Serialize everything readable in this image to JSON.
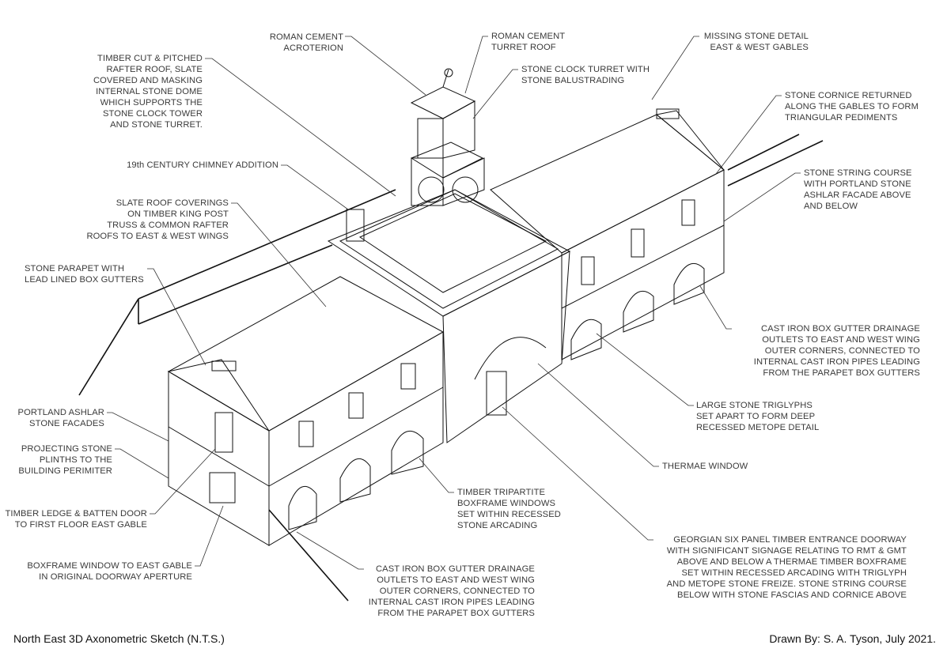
{
  "annotations": {
    "acroterion": [
      "ROMAN CEMENT",
      "ACROTERION"
    ],
    "timber_roof": [
      "TIMBER CUT & PITCHED",
      "RAFTER ROOF, SLATE",
      "COVERED AND MASKING",
      "INTERNAL STONE DOME",
      "WHICH SUPPORTS THE",
      "STONE CLOCK TOWER",
      "AND STONE TURRET."
    ],
    "chimney": [
      "19th CENTURY CHIMNEY ADDITION"
    ],
    "slate_roof": [
      "SLATE ROOF COVERINGS",
      "ON TIMBER KING POST",
      "TRUSS & COMMON RAFTER",
      "ROOFS TO EAST & WEST WINGS"
    ],
    "parapet": [
      "STONE PARAPET WITH",
      "LEAD LINED BOX GUTTERS"
    ],
    "turret_roof": [
      "ROMAN CEMENT",
      "TURRET ROOF"
    ],
    "clock_turret": [
      "STONE CLOCK TURRET WITH",
      "STONE BALUSTRADING"
    ],
    "missing_detail": [
      "MISSING STONE DETAIL",
      "EAST & WEST GABLES"
    ],
    "cornice": [
      "STONE CORNICE RETURNED",
      "ALONG THE GABLES TO FORM",
      "TRIANGULAR PEDIMENTS"
    ],
    "string_course": [
      "STONE STRING COURSE",
      "WITH PORTLAND STONE",
      "ASHLAR FACADE ABOVE",
      "AND BELOW"
    ],
    "gutter_right": [
      "CAST IRON BOX GUTTER DRAINAGE",
      "OUTLETS TO EAST AND WEST WING",
      "OUTER CORNERS, CONNECTED TO",
      "INTERNAL CAST IRON PIPES LEADING",
      "FROM THE PARAPET BOX GUTTERS"
    ],
    "triglyphs": [
      "LARGE STONE TRIGLYPHS",
      "SET APART TO FORM DEEP",
      "RECESSED METOPE DETAIL"
    ],
    "thermae": [
      "THERMAE WINDOW"
    ],
    "georgian": [
      "GEORGIAN SIX PANEL TIMBER ENTRANCE DOORWAY",
      "WITH SIGNIFICANT SIGNAGE RELATING TO RMT & GMT",
      "ABOVE AND BELOW A THERMAE TIMBER BOXFRAME",
      "SET WITHIN RECESSED ARCADING WITH TRIGLYPH",
      "AND METOPE STONE FREIZE. STONE STRING COURSE",
      "BELOW WITH STONE FASCIAS AND CORNICE ABOVE"
    ],
    "ashlar": [
      "PORTLAND ASHLAR",
      "STONE FACADES"
    ],
    "plinths": [
      "PROJECTING STONE",
      "PLINTHS TO THE",
      "BUILDING PERIMITER"
    ],
    "ledge_door": [
      "TIMBER LEDGE & BATTEN DOOR",
      "TO FIRST FLOOR EAST GABLE"
    ],
    "boxframe": [
      "BOXFRAME WINDOW TO EAST GABLE",
      "IN ORIGINAL DOORWAY APERTURE"
    ],
    "tripartite": [
      "TIMBER TRIPARTITE",
      "BOXFRAME WINDOWS",
      "SET WITHIN RECESSED",
      "STONE ARCADING"
    ],
    "gutter_bottom": [
      "CAST IRON BOX GUTTER DRAINAGE",
      "OUTLETS TO EAST AND WEST WING",
      "OUTER CORNERS, CONNECTED TO",
      "INTERNAL CAST IRON PIPES LEADING",
      "FROM THE PARAPET BOX GUTTERS"
    ]
  },
  "footer": {
    "title": "North East 3D Axonometric Sketch (N.T.S.)",
    "credit": "Drawn By: S. A. Tyson, July 2021."
  }
}
